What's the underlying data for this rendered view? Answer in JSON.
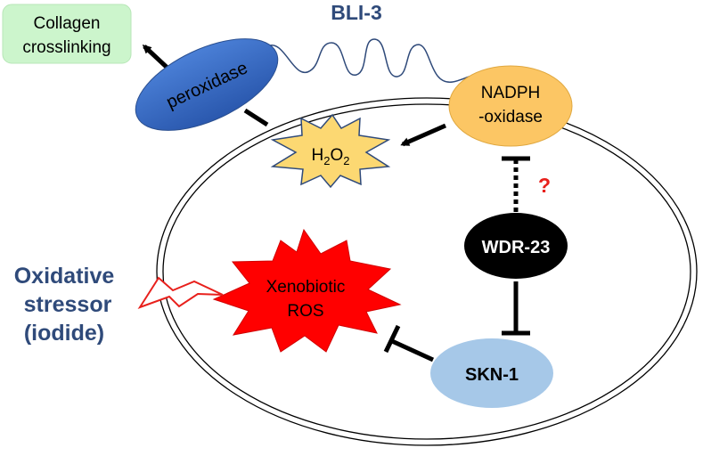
{
  "labels": {
    "bli3": "BLI-3",
    "collagen_line1": "Collagen",
    "collagen_line2": "crosslinking",
    "peroxidase": "peroxidase",
    "nadph_line1": "NADPH",
    "nadph_line2": "-oxidase",
    "h2o2_h": "H",
    "h2o2_sub1": "2",
    "h2o2_o": "O",
    "h2o2_sub2": "2",
    "question": "?",
    "wdr23": "WDR-23",
    "skn1": "SKN-1",
    "xeno_line1": "Xenobiotic",
    "xeno_line2": "ROS",
    "stressor_line1": "Oxidative",
    "stressor_line2": "stressor",
    "stressor_line3": "(iodide)"
  },
  "colors": {
    "title_blue": "#2f4a7a",
    "collagen_fill": "#ccf5cc",
    "peroxidase_fill": "#3a6bc4",
    "nadph_fill": "#fcc664",
    "h2o2_fill": "#fcd872",
    "skn1_fill": "#a6c8e8",
    "wdr23_fill": "#000000",
    "xeno_fill": "#ff0000",
    "question_red": "#e8201c",
    "lightning_red": "#e8201c"
  }
}
